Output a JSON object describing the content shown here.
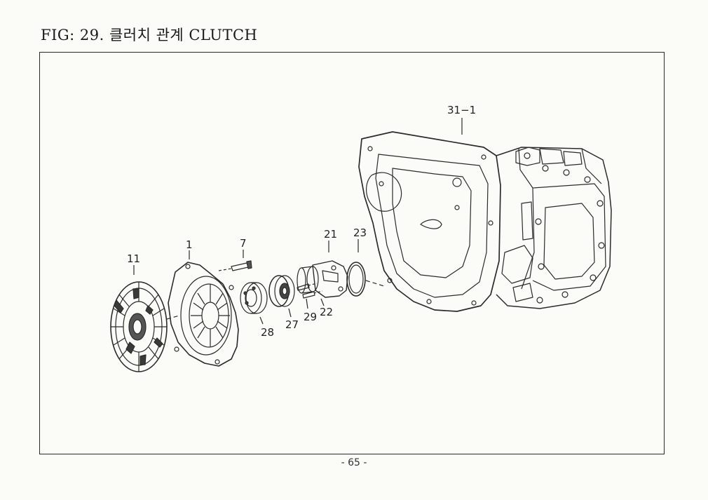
{
  "figure": {
    "title": "FIG: 29. 클러치 관계 CLUTCH"
  },
  "callouts": {
    "c11": "11",
    "c1": "1",
    "c7": "7",
    "c28": "28",
    "c27": "27",
    "c29": "29",
    "c22": "22",
    "c21": "21",
    "c23": "23",
    "c31_1": "31−1"
  },
  "footer": {
    "page": "- 65 -"
  }
}
